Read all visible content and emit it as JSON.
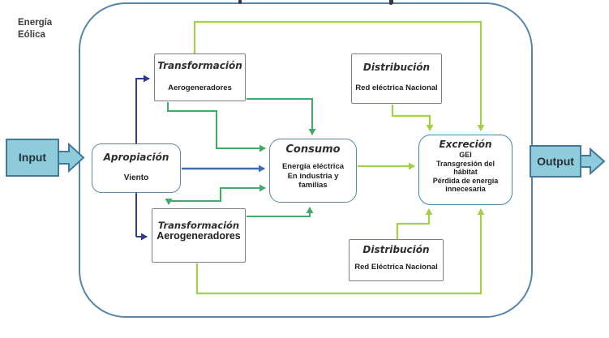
{
  "external": {
    "energy_label": "Energía\nEólica"
  },
  "io": {
    "input": "Input",
    "output": "Output"
  },
  "nodes": {
    "apropiacion": {
      "title": "Apropiación",
      "body": "Viento"
    },
    "transformacion_top": {
      "title": "Transformación",
      "body": "Aerogeneradores"
    },
    "transformacion_bottom": {
      "title": "Transformación",
      "body": "Aerogeneradores"
    },
    "consumo": {
      "title": "Consumo",
      "body": "Energía eléctrica\nEn industria y\nfamilias"
    },
    "distribucion_top": {
      "title": "Distribución",
      "body": "Red eléctrica Nacional"
    },
    "distribucion_bottom": {
      "title": "Distribución",
      "body": "Red Eléctrica Nacional"
    },
    "excrecion": {
      "title": "Excreción",
      "body": "GEI\nTransgresión del\nhábitat\nPérdida de energía\ninnecesaria"
    }
  },
  "colors": {
    "flow_navy": "#323a8d",
    "flow_blue": "#3c6cbe",
    "flow_green": "#44a968",
    "flow_yellow_green": "#a3cf4a",
    "container_border": "#5585ad",
    "process_box_border": "#7e7e8a",
    "rounded_box_border": "#5b87b0",
    "io_fill": "#8ecbdb",
    "io_border": "#41789c"
  }
}
